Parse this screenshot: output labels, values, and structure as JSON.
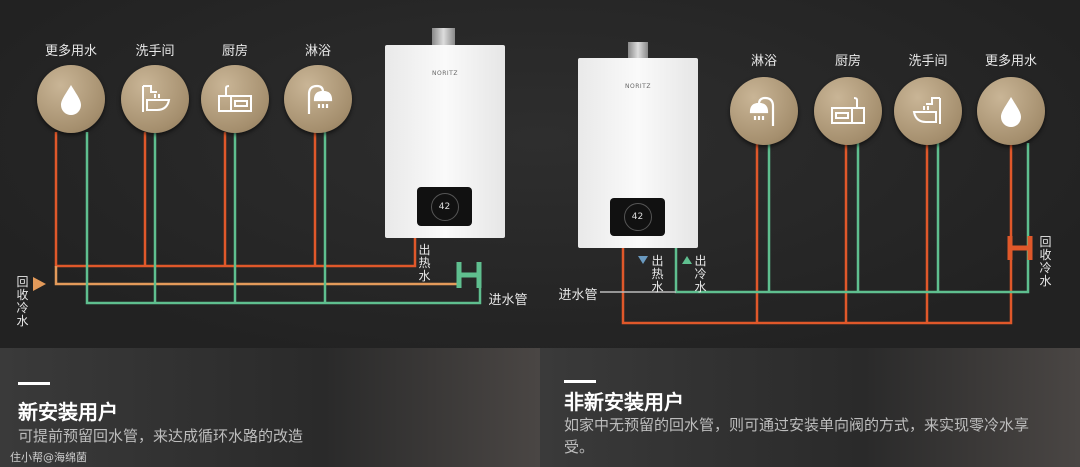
{
  "left": {
    "fixtures": [
      "更多用水",
      "洗手间",
      "厨房",
      "淋浴"
    ],
    "return_label": "回收冷水",
    "hot_out_label": "出热水",
    "inlet_label": "进水管"
  },
  "right": {
    "fixtures": [
      "淋浴",
      "厨房",
      "洗手间",
      "更多用水"
    ],
    "return_label": "回收冷水",
    "hot_out_label": "出热水",
    "cold_out_label": "出冷水",
    "inlet_label": "进水管"
  },
  "heater": {
    "brand": "NORITZ",
    "display_temp": "42"
  },
  "panels": [
    {
      "title": "新安装用户",
      "text": "可提前预留回水管，来达成循环水路的改造"
    },
    {
      "title": "非新安装用户",
      "text": "如家中无预留的回水管，则可通过安装单向阀的方式，来实现零冷水享受。"
    }
  ],
  "watermark": "住小帮@海绵菌",
  "colors": {
    "hot": "#e0582a",
    "cold": "#5fbf8f",
    "return": "#e39a5a",
    "circle": "#b09c7c"
  }
}
